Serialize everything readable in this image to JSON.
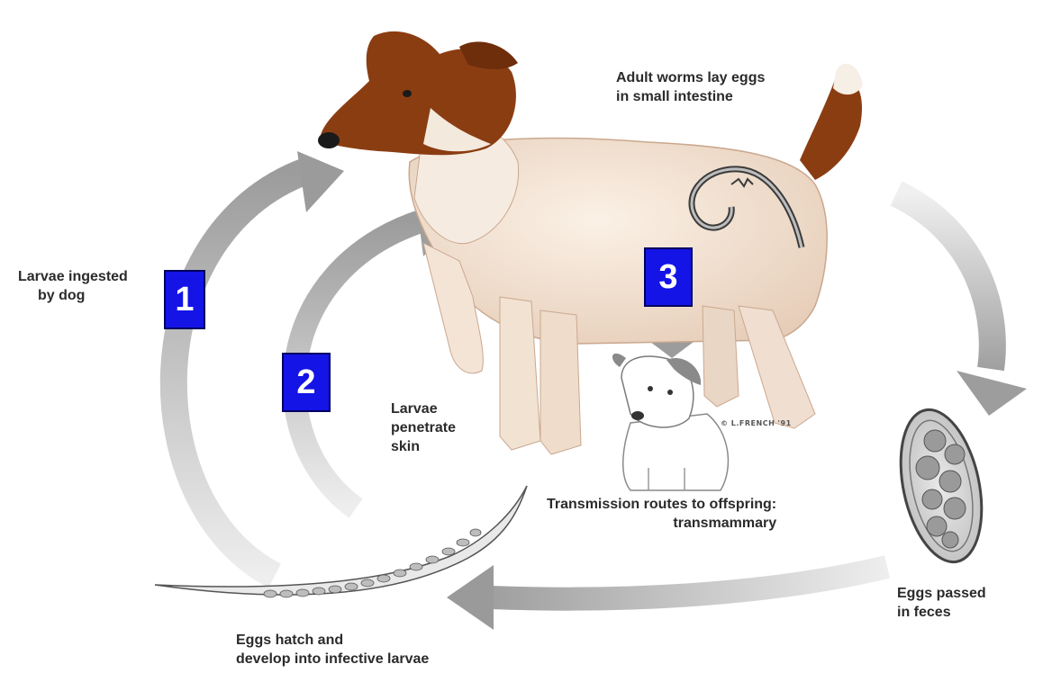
{
  "labels": {
    "adult_worms": [
      "Adult worms lay eggs",
      "in small intestine"
    ],
    "larvae_ingested": [
      "Larvae ingested",
      "by dog"
    ],
    "larvae_penetrate": [
      "Larvae",
      "penetrate",
      "skin"
    ],
    "transmission": [
      "Transmission routes to offspring:",
      "transmammary"
    ],
    "eggs_passed": [
      "Eggs passed",
      "in feces"
    ],
    "eggs_hatch": [
      "Eggs hatch and",
      "develop into infective larvae"
    ]
  },
  "badges": {
    "one": "1",
    "two": "2",
    "three": "3"
  },
  "credit": "© L.FRENCH '91",
  "colors": {
    "arrow": "#a9a9a9",
    "badge": "#1414e6",
    "dog_coat": "#f1e2d3",
    "dog_brown": "#8b3d12"
  }
}
